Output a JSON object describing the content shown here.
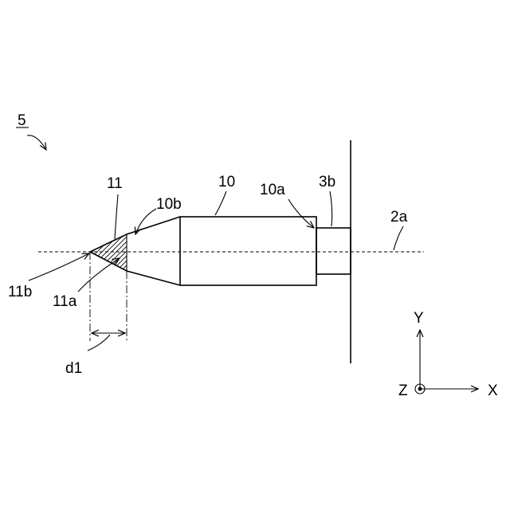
{
  "labels": {
    "figure_ref": "5",
    "tip_part": "11",
    "body": "10",
    "cone_edge": "10b",
    "rear_face": "10a",
    "mount": "3b",
    "axis": "2a",
    "apex": "11b",
    "tip_base": "11a",
    "dimension": "d1"
  },
  "axes": {
    "y": "Y",
    "z": "Z",
    "x": "X"
  }
}
